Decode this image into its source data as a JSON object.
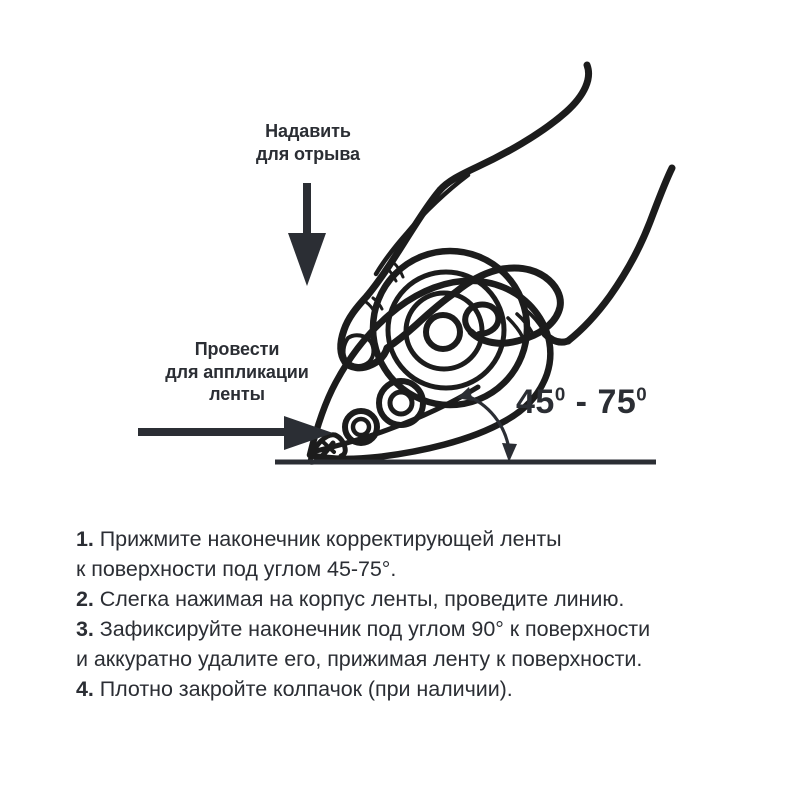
{
  "illustration": {
    "alt_name": "correction-tape-in-hand-diagram",
    "stroke_color": "#1c1c1c",
    "accent_color": "#2b2e34",
    "background_color": "#ffffff",
    "callouts": [
      {
        "id": "press-to-tear",
        "text": "Надавить\nдля отрыва",
        "arrow": "down-arrow"
      },
      {
        "id": "apply-tape",
        "text": "Провести\nдля аппликации\nленты",
        "arrow": "right-arrow"
      }
    ],
    "angle": {
      "from": "45",
      "to": "75",
      "degree_glyph": "0",
      "separator": " - ",
      "full_text": "45⁰ - 75⁰"
    }
  },
  "instructions": {
    "lines": [
      {
        "num": "1.",
        "text": " Прижмите наконечник корректирующей ленты"
      },
      {
        "num": "",
        "text": "к поверхности под углом 45-75°."
      },
      {
        "num": "2.",
        "text": " Слегка нажимая на корпус ленты, проведите линию."
      },
      {
        "num": "3.",
        "text": " Зафиксируйте наконечник под углом 90° к поверхности"
      },
      {
        "num": "",
        "text": "и аккуратно удалите его, прижимая ленту к поверхности."
      },
      {
        "num": "4.",
        "text": " Плотно закройте колпачок (при наличии)."
      }
    ]
  }
}
